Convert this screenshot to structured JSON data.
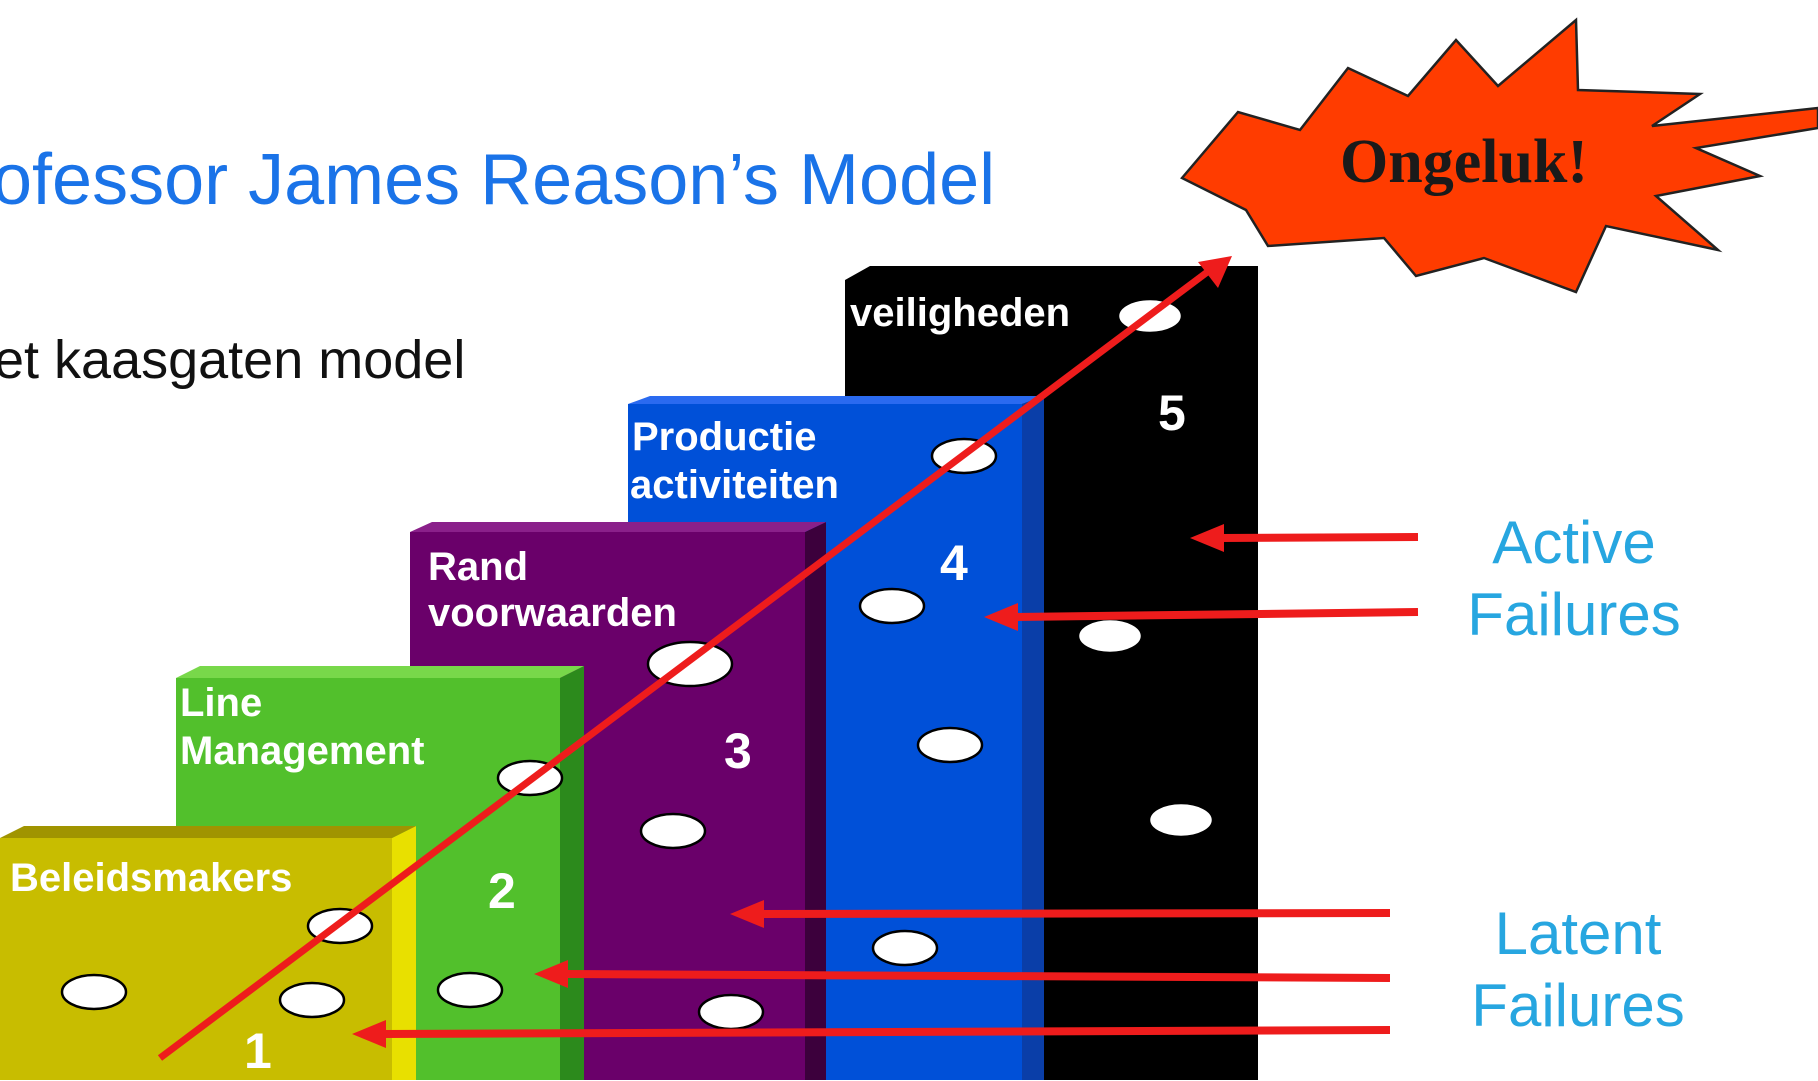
{
  "title": "ofessor James Reason’s Model",
  "subtitle": "et kaasgaten model",
  "accident_label": "Ongeluk!",
  "colors": {
    "title": "#1a73e8",
    "failure_text": "#27a6e0",
    "arrow": "#ee1c1c",
    "burst": "#ff3c00"
  },
  "layers": [
    {
      "number": "1",
      "label_lines": [
        "Beleidsmakers"
      ],
      "color": "#c8bd00"
    },
    {
      "number": "2",
      "label_lines": [
        "Line",
        "Management"
      ],
      "color": "#52c02c"
    },
    {
      "number": "3",
      "label_lines": [
        "Rand",
        "voorwaarden"
      ],
      "color": "#6a006a"
    },
    {
      "number": "4",
      "label_lines": [
        "Productie",
        "activiteiten"
      ],
      "color": "#0050d8"
    },
    {
      "number": "5",
      "label_lines": [
        "veiligheden"
      ],
      "color": "#000000"
    }
  ],
  "failure_groups": {
    "active": {
      "lines": [
        "Active",
        "Failures"
      ]
    },
    "latent": {
      "lines": [
        "Latent",
        "Failures"
      ]
    }
  }
}
